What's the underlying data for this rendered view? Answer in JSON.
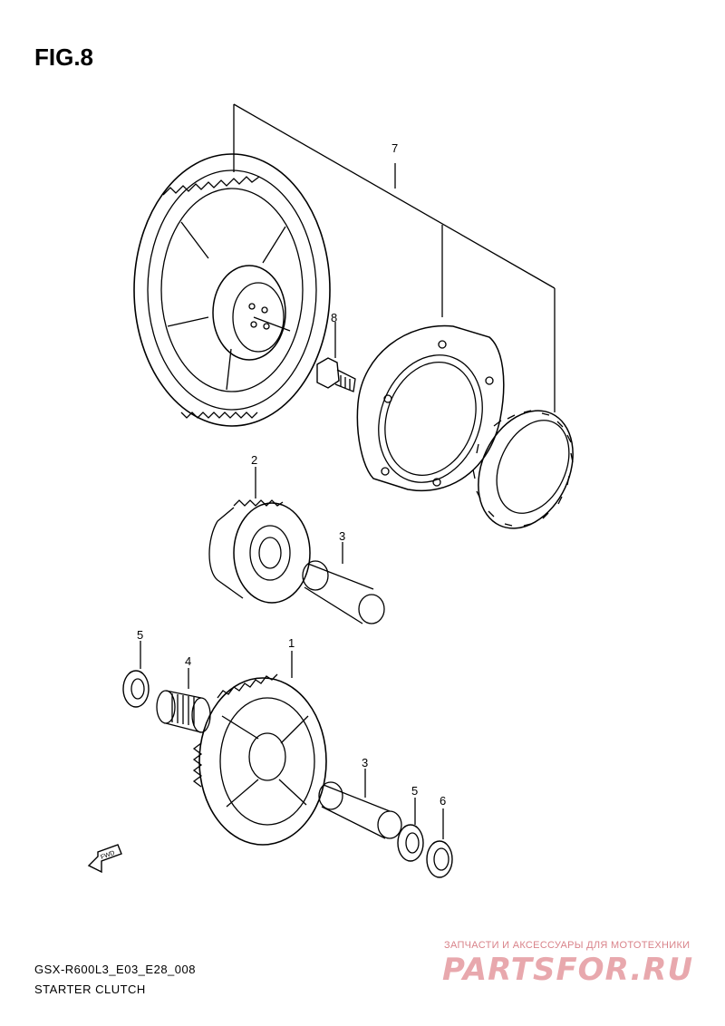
{
  "figure": {
    "title": "FIG.8"
  },
  "callouts": {
    "c7": "7",
    "c8": "8",
    "c2": "2",
    "c3a": "3",
    "c5a": "5",
    "c4": "4",
    "c1": "1",
    "c3b": "3",
    "c5b": "5",
    "c6": "6"
  },
  "fwd": {
    "label": "FWD"
  },
  "footer": {
    "code": "GSX-R600L3_E03_E28_008",
    "subtitle": "STARTER CLUTCH"
  },
  "watermark": {
    "tagline": "ЗАПЧАСТИ И АКСЕССУАРЫ ДЛЯ МОТОТЕХНИКИ",
    "logo": "PARTSFOR.RU"
  }
}
